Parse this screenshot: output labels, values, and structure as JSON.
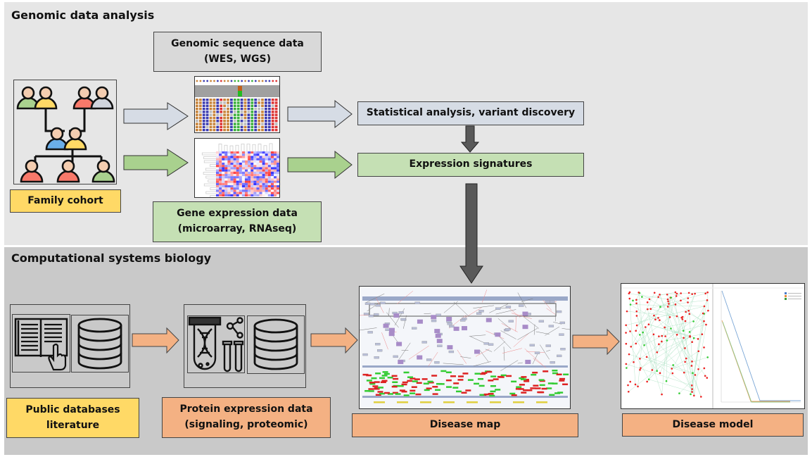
{
  "sections": {
    "genomic": {
      "title": "Genomic data analysis"
    },
    "systems": {
      "title": "Computational systems biology"
    }
  },
  "boxes": {
    "genomic_sequence": {
      "line1": "Genomic sequence data",
      "line2": "(WES, WGS)"
    },
    "family_cohort": {
      "label": "Family cohort"
    },
    "gene_expression": {
      "line1": "Gene expression data",
      "line2": "(microarray, RNAseq)"
    },
    "statistical": {
      "label": "Statistical analysis, variant discovery"
    },
    "expression_signatures": {
      "label": "Expression signatures"
    },
    "public_databases": {
      "line1": "Public databases",
      "line2": "literature"
    },
    "protein_expression": {
      "line1": "Protein expression data",
      "line2": "(signaling, proteomic)"
    },
    "disease_map": {
      "label": "Disease map"
    },
    "disease_model": {
      "label": "Disease model"
    }
  },
  "icons": {
    "family_tree": "family-pedigree-icon",
    "sequence_alignment": "sequence-alignment-image",
    "heatmap": "expression-heatmap-image",
    "book": "book-literature-icon",
    "database": "database-icon",
    "dna_lab": "dna-test-tube-icon",
    "network_map": "disease-map-image",
    "simulation": "disease-model-simulation-image"
  },
  "colors": {
    "blue_arrow": "#d6dce5",
    "green_arrow": "#a9d18e",
    "orange_arrow": "#f4b183",
    "dark_arrow": "#595959"
  }
}
